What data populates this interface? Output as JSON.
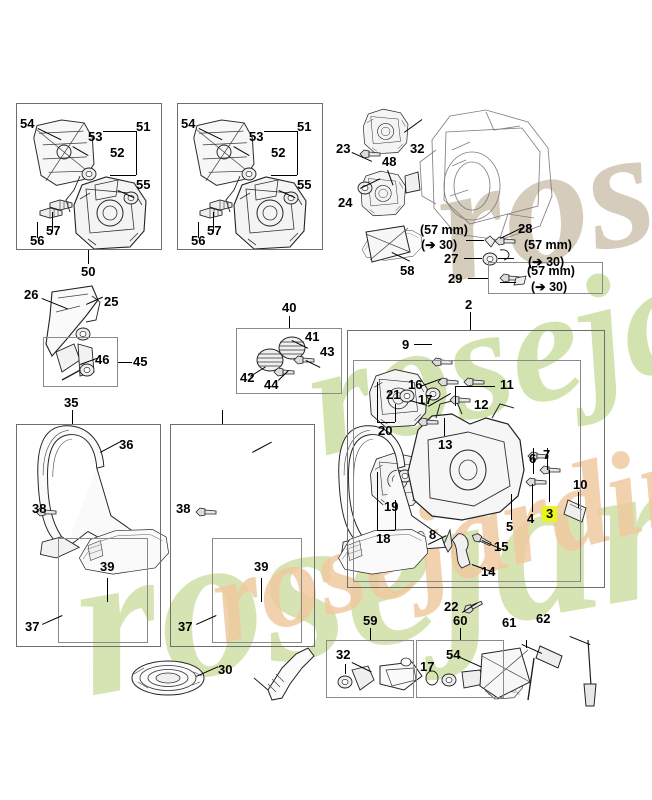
{
  "document": {
    "type": "exploded-parts-diagram",
    "title": "Chainsaw engine housing exploded parts diagram",
    "background_color": "#ffffff",
    "line_color": "#000000",
    "box_border_color": "#6e6e6e",
    "highlight_color": "#e9f51c"
  },
  "watermark": {
    "text": "rosejardin",
    "green": "#cfe0a8",
    "tan": "#cfc4b0",
    "orange": "#f0c9a0"
  },
  "panels": {
    "handle_assembly_left": {
      "callout": "50"
    },
    "handle_assembly_right": {
      "callout": ""
    },
    "bar_cover_left": {
      "callout": "35"
    },
    "bar_cover_right": {
      "callout": ""
    },
    "spring_kit": {
      "callout": "40"
    },
    "lever_kit": {
      "callout": "45"
    },
    "engine_main": {
      "callout": "2"
    },
    "gasket_kit": {
      "callout": "59"
    },
    "starter_kit": {
      "callout": "60"
    },
    "screw_pack": {
      "callout": "29"
    }
  },
  "callouts": {
    "top_left_box": [
      {
        "id": "c54a",
        "label": "54"
      },
      {
        "id": "c53a",
        "label": "53"
      },
      {
        "id": "c51a",
        "label": "51"
      },
      {
        "id": "c52a",
        "label": "52"
      },
      {
        "id": "c55a",
        "label": "55"
      },
      {
        "id": "c57a",
        "label": "57"
      },
      {
        "id": "c56a",
        "label": "56"
      },
      {
        "id": "c50",
        "label": "50"
      }
    ],
    "top_mid_box": [
      {
        "id": "c54b",
        "label": "54"
      },
      {
        "id": "c53b",
        "label": "53"
      },
      {
        "id": "c51b",
        "label": "51"
      },
      {
        "id": "c52b",
        "label": "52"
      },
      {
        "id": "c55b",
        "label": "55"
      },
      {
        "id": "c57b",
        "label": "57"
      },
      {
        "id": "c56b",
        "label": "56"
      }
    ],
    "carburetor_group": [
      {
        "id": "c23",
        "label": "23"
      },
      {
        "id": "c32",
        "label": "32"
      },
      {
        "id": "c48",
        "label": "48"
      },
      {
        "id": "c24",
        "label": "24"
      },
      {
        "id": "c58",
        "label": "58"
      },
      {
        "id": "c27",
        "label": "27"
      },
      {
        "id": "c28",
        "label": "28"
      },
      {
        "id": "c29",
        "label": "29"
      },
      {
        "id": "c2",
        "label": "2"
      }
    ],
    "dimension_notes": [
      {
        "id": "d1",
        "size": "(57 mm)",
        "qty": "(➔ 30)"
      },
      {
        "id": "d2",
        "size": "(57 mm)",
        "qty": "(➔ 30)"
      },
      {
        "id": "d3",
        "size": "(57 mm)",
        "qty": "(➔ 30)"
      }
    ],
    "engine_group": [
      {
        "id": "c9",
        "label": "9"
      },
      {
        "id": "c16",
        "label": "16"
      },
      {
        "id": "c17",
        "label": "17"
      },
      {
        "id": "c11",
        "label": "11"
      },
      {
        "id": "c12",
        "label": "12"
      },
      {
        "id": "c21",
        "label": "21"
      },
      {
        "id": "c20",
        "label": "20"
      },
      {
        "id": "c13",
        "label": "13"
      },
      {
        "id": "c19",
        "label": "19"
      },
      {
        "id": "c18",
        "label": "18"
      },
      {
        "id": "c6",
        "label": "6"
      },
      {
        "id": "c7",
        "label": "7"
      },
      {
        "id": "c4",
        "label": "4"
      },
      {
        "id": "c3",
        "label": "3",
        "highlighted": true
      },
      {
        "id": "c10",
        "label": "10"
      },
      {
        "id": "c5",
        "label": "5"
      },
      {
        "id": "c8",
        "label": "8"
      },
      {
        "id": "c15",
        "label": "15"
      },
      {
        "id": "c14",
        "label": "14"
      }
    ],
    "left_column": [
      {
        "id": "c26",
        "label": "26"
      },
      {
        "id": "c25",
        "label": "25"
      },
      {
        "id": "c46",
        "label": "46"
      },
      {
        "id": "c45",
        "label": "45"
      },
      {
        "id": "c35",
        "label": "35"
      },
      {
        "id": "c36",
        "label": "36"
      },
      {
        "id": "c38a",
        "label": "38"
      },
      {
        "id": "c38b",
        "label": "38"
      },
      {
        "id": "c39a",
        "label": "39"
      },
      {
        "id": "c39b",
        "label": "39"
      },
      {
        "id": "c37a",
        "label": "37"
      },
      {
        "id": "c37b",
        "label": "37"
      },
      {
        "id": "c30",
        "label": "30"
      }
    ],
    "spring_group": [
      {
        "id": "c40",
        "label": "40"
      },
      {
        "id": "c41",
        "label": "41"
      },
      {
        "id": "c42",
        "label": "42"
      },
      {
        "id": "c43",
        "label": "43"
      },
      {
        "id": "c44",
        "label": "44"
      }
    ],
    "tools_group": [
      {
        "id": "c22",
        "label": "22"
      },
      {
        "id": "c59",
        "label": "59"
      },
      {
        "id": "c60",
        "label": "60"
      },
      {
        "id": "c61",
        "label": "61"
      },
      {
        "id": "c62",
        "label": "62"
      },
      {
        "id": "c32b",
        "label": "32"
      },
      {
        "id": "c17b",
        "label": "17"
      },
      {
        "id": "c54c",
        "label": "54"
      }
    ]
  }
}
